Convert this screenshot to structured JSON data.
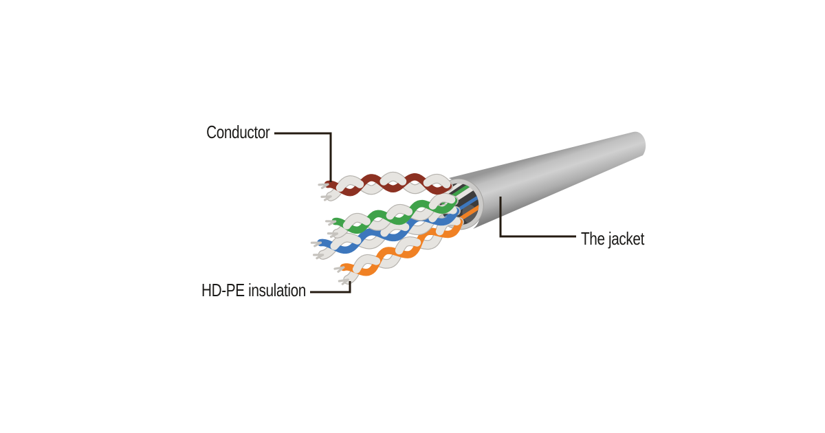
{
  "labels": {
    "conductor": "Conductor",
    "insulation": "HD-PE insulation",
    "jacket": "The jacket"
  },
  "colors": {
    "page_bg": "#ffffff",
    "label_text": "#1b1a18",
    "leader_line": "#241b11",
    "jacket_top": "#979797",
    "jacket_mid": "#c0c0c0",
    "jacket_hi": "#d0d0d0",
    "jacket_low": "#aeaeae",
    "jacket_bottom": "#7f7f7f",
    "face_rim": "#cbcac8",
    "face_rim_edge": "#a2a19f",
    "face_inner": "#3c3c3c",
    "face_inner_light": "#585858",
    "wire_white": "#e6e4e0",
    "wire_white_edge": "#b6b3ae",
    "bare_conductor": "#c6c3be"
  },
  "wire_pairs": [
    {
      "name": "brown",
      "color": "#8c3122"
    },
    {
      "name": "green",
      "color": "#3fa24a"
    },
    {
      "name": "blue",
      "color": "#3d77bd"
    },
    {
      "name": "orange",
      "color": "#f08124"
    }
  ]
}
